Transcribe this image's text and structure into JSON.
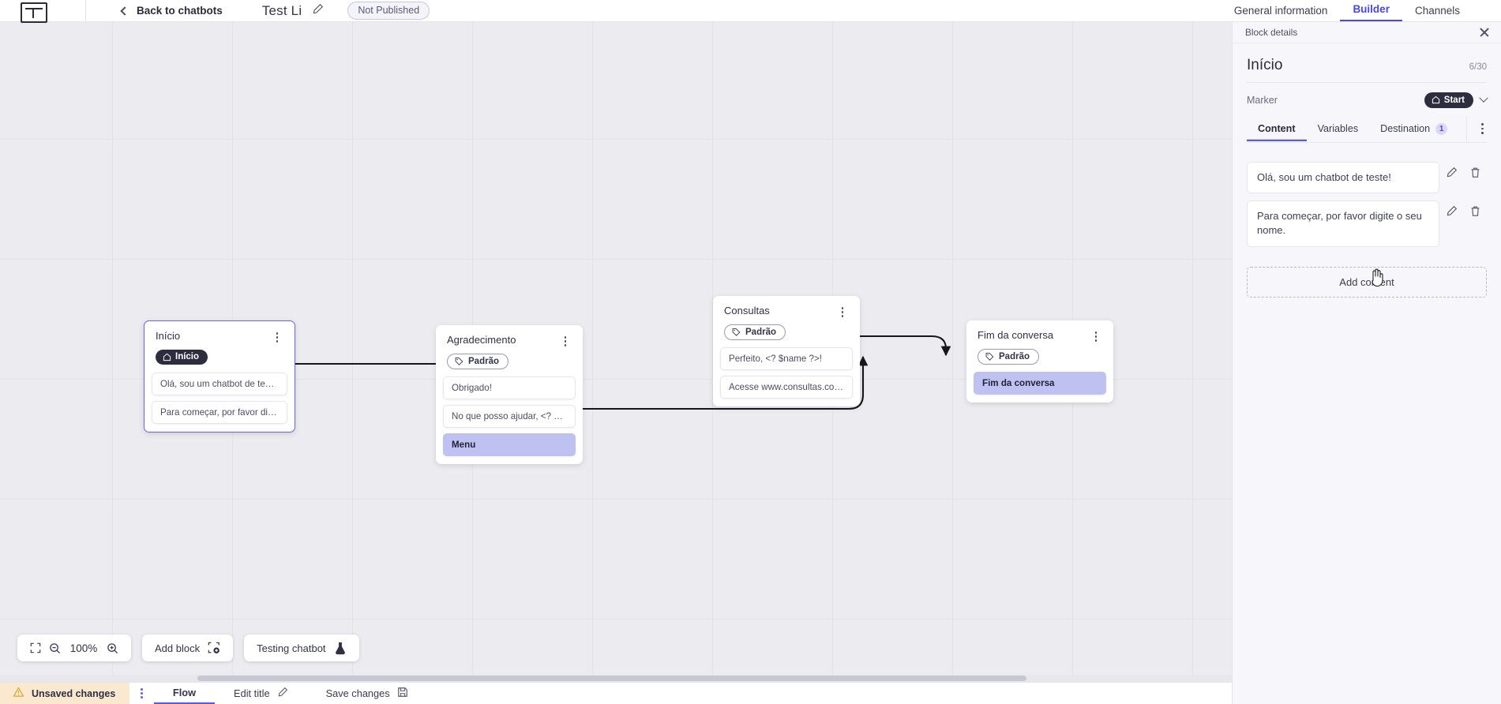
{
  "header": {
    "logo_icon": "chatbot-logo-icon",
    "back_label": "Back to chatbots",
    "bot_title": "Test Li",
    "edit_title_icon": "pencil-icon",
    "publish_status": "Not Published",
    "tabs": [
      {
        "label": "General information",
        "active": false
      },
      {
        "label": "Builder",
        "active": true
      },
      {
        "label": "Channels",
        "active": false
      }
    ]
  },
  "canvas": {
    "nodes": [
      {
        "title": "Início",
        "tag": "Início",
        "tag_type": "start",
        "tag_icon": "home-icon",
        "selected": true,
        "messages": [
          {
            "text": "Olá, sou um chatbot de teste!",
            "highlight": false
          },
          {
            "text": "Para começar, por favor digite o ...",
            "highlight": false
          }
        ]
      },
      {
        "title": "Agradecimento",
        "tag": "Padrão",
        "tag_type": "default",
        "tag_icon": "tag-icon",
        "selected": false,
        "messages": [
          {
            "text": "Obrigado!",
            "highlight": false
          },
          {
            "text": "No que posso ajudar, <? $name ...",
            "highlight": false
          },
          {
            "text": "Menu",
            "highlight": true
          }
        ]
      },
      {
        "title": "Consultas",
        "tag": "Padrão",
        "tag_type": "default",
        "tag_icon": "tag-icon",
        "selected": false,
        "messages": [
          {
            "text": "Perfeito, <? $name ?>!",
            "highlight": false
          },
          {
            "text": "Acesse www.consultas.com par...",
            "highlight": false
          }
        ]
      },
      {
        "title": "Fim da conversa",
        "tag": "Padrão",
        "tag_type": "default",
        "tag_icon": "tag-icon",
        "selected": false,
        "messages": [
          {
            "text": "Fim da conversa",
            "highlight": true
          }
        ]
      }
    ],
    "toolbar": {
      "fit_icon": "fit-screen-icon",
      "zoom_out_icon": "zoom-out-icon",
      "zoom_level": "100%",
      "zoom_in_icon": "zoom-in-icon",
      "add_block_label": "Add block",
      "add_block_icon": "add-block-icon",
      "testing_label": "Testing chatbot",
      "testing_icon": "flask-icon"
    }
  },
  "statusbar": {
    "unsaved_label": "Unsaved changes",
    "warning_icon": "warning-triangle-icon",
    "kebab_icon": "kebab-menu-icon",
    "flow_label": "Flow",
    "edit_title_label": "Edit title",
    "edit_title_icon": "pencil-icon",
    "save_label": "Save changes",
    "save_icon": "floppy-disk-icon"
  },
  "panel": {
    "head_title": "Block details",
    "close_icon": "close-icon",
    "block_name": "Início",
    "char_count": "6/30",
    "marker_label": "Marker",
    "marker_value": "Start",
    "marker_icon": "home-icon",
    "marker_chevron_icon": "chevron-down-icon",
    "tabs": [
      {
        "label": "Content",
        "active": true,
        "badge": null
      },
      {
        "label": "Variables",
        "active": false,
        "badge": null
      },
      {
        "label": "Destination",
        "active": false,
        "badge": "1"
      }
    ],
    "overflow_icon": "kebab-menu-icon",
    "contents": [
      {
        "text": "Olá, sou um chatbot de teste!",
        "edit_icon": "pencil-icon",
        "delete_icon": "trash-icon"
      },
      {
        "text": "Para começar, por favor digite o seu nome.",
        "edit_icon": "pencil-icon",
        "delete_icon": "trash-icon"
      }
    ],
    "add_content_label": "Add content"
  }
}
